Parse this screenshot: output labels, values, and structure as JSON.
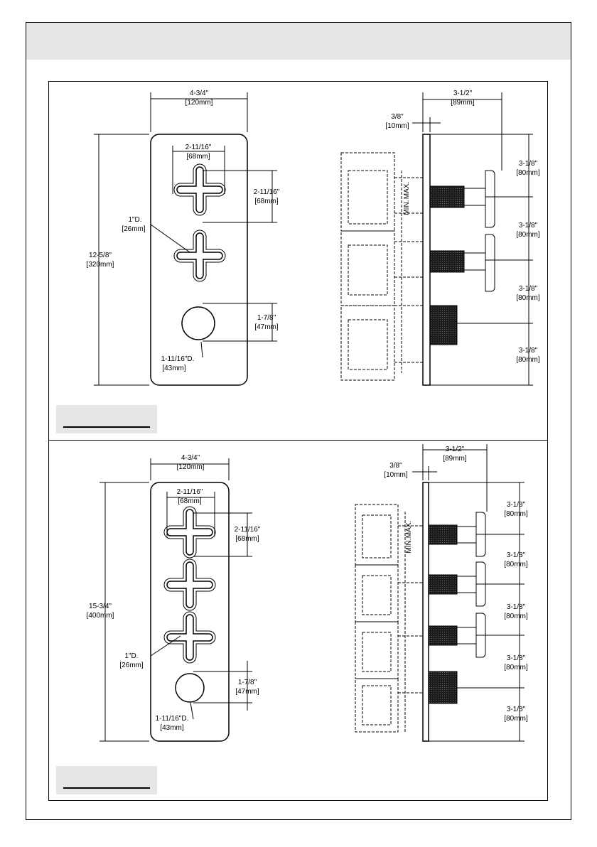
{
  "diagram1": {
    "front": {
      "width": "4-3/4\"",
      "width_mm": "[120mm]",
      "height": "12-5/8\"",
      "height_mm": "[320mm]",
      "spacing_h": "2-11/16\"",
      "spacing_h_mm": "[68mm]",
      "spacing_v": "2-11/16\"",
      "spacing_v_mm": "[68mm]",
      "handle_d": "1\"D.",
      "handle_d_mm": "[26mm]",
      "knob_offset": "1-7/8\"",
      "knob_offset_mm": "[47mm]",
      "knob_d": "1-11/16\"D.",
      "knob_d_mm": "[43mm]"
    },
    "side": {
      "depth": "3-1/2\"",
      "depth_mm": "[89mm]",
      "plate": "3/8\"",
      "plate_mm": "[10mm]",
      "spacings": [
        {
          "in": "3-1/8\"",
          "mm": "[80mm]"
        },
        {
          "in": "3-1/8\"",
          "mm": "[80mm]"
        },
        {
          "in": "3-1/8\"",
          "mm": "[80mm]"
        },
        {
          "in": "3-1/8\"",
          "mm": "[80mm]"
        }
      ],
      "min": "MIN.",
      "max": "MAX."
    }
  },
  "diagram2": {
    "front": {
      "width": "4-3/4\"",
      "width_mm": "[120mm]",
      "height": "15-3/4\"",
      "height_mm": "[400mm]",
      "spacing_h": "2-11/16\"",
      "spacing_h_mm": "[68mm]",
      "spacing_v": "2-11/16\"",
      "spacing_v_mm": "[68mm]",
      "handle_d": "1\"D.",
      "handle_d_mm": "[26mm]",
      "knob_offset": "1-7/8\"",
      "knob_offset_mm": "[47mm]",
      "knob_d": "1-11/16\"D.",
      "knob_d_mm": "[43mm]"
    },
    "side": {
      "depth": "3-1/2\"",
      "depth_mm": "[89mm]",
      "plate": "3/8\"",
      "plate_mm": "[10mm]",
      "spacings": [
        {
          "in": "3-1/8\"",
          "mm": "[80mm]"
        },
        {
          "in": "3-1/8\"",
          "mm": "[80mm]"
        },
        {
          "in": "3-1/8\"",
          "mm": "[80mm]"
        },
        {
          "in": "3-1/8\"",
          "mm": "[80mm]"
        },
        {
          "in": "3-1/8\"",
          "mm": "[80mm]"
        }
      ],
      "min": "MIN.",
      "max": "MAX."
    }
  }
}
